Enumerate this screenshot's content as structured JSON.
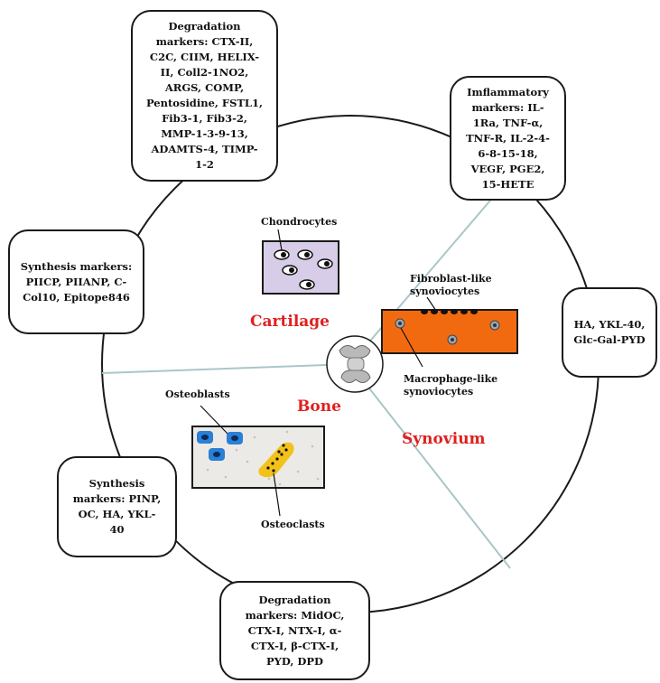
{
  "boxes": {
    "cartilage_degradation": {
      "lines": [
        "Degradation",
        "markers: CTX-II,",
        "C2C, CIIM, HELIX-",
        "II, Coll2-1NO2,",
        "ARGS, COMP,",
        "Pentosidine, FSTL1,",
        "Fib3-1, Fib3-2,",
        "MMP-1-3-9-13,",
        "ADAMTS-4, TIMP-",
        "1-2"
      ]
    },
    "inflammatory": {
      "lines": [
        "Imflammatory",
        "markers: IL-",
        "1Ra, TNF-α,",
        "TNF-R, IL-2-4-",
        "6-8-15-18,",
        "VEGF, PGE2,",
        "15-HETE"
      ]
    },
    "cartilage_synthesis": {
      "lines": [
        "Synthesis markers:",
        "PIICP, PIIANP, C-",
        "Col10, Epitope846"
      ]
    },
    "synovium_markers": {
      "lines": [
        "HA, YKL-40,",
        "Glc-Gal-PYD"
      ]
    },
    "bone_synthesis": {
      "lines": [
        "Synthesis",
        "markers: PINP,",
        "OC, HA, YKL-",
        "40"
      ]
    },
    "bone_degradation": {
      "lines": [
        "Degradation",
        "markers: MidOC,",
        "CTX-I, NTX-I, α-",
        "CTX-I, β-CTX-I,",
        "PYD, DPD"
      ]
    }
  },
  "labels": {
    "chondrocytes": "Chondrocytes",
    "fibroblast_line1": "Fibroblast-like",
    "fibroblast_line2": "synoviocytes",
    "macrophage_line1": "Macrophage-like",
    "macrophage_line2": "synoviocytes",
    "osteoblasts": "Osteoblasts",
    "osteoclasts": "Osteoclasts"
  },
  "regions": {
    "cartilage": "Cartilage",
    "bone": "Bone",
    "synovium": "Synovium"
  },
  "colors": {
    "region_text": "#e02020",
    "cartilage_fill": "#d8cde8",
    "synovium_fill": "#f26a10",
    "osteoblast": "#2a7fd6",
    "osteoclast": "#f2c21a",
    "divider": "#a9c6c8"
  }
}
